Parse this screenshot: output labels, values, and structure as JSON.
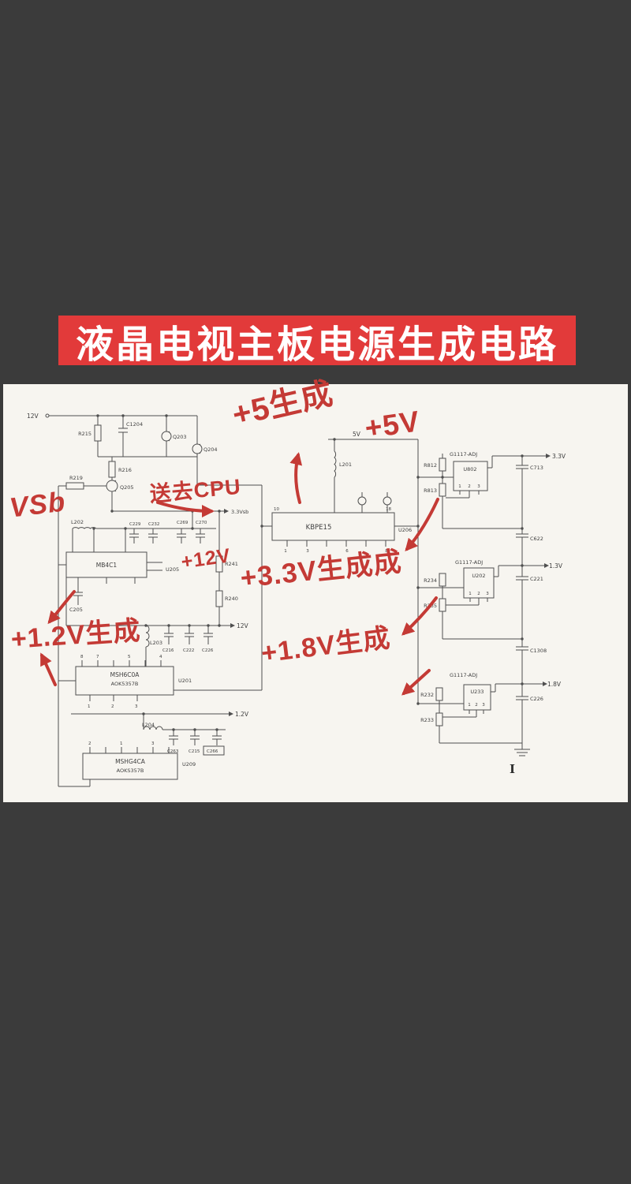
{
  "banner": {
    "title": "液晶电视主板电源生成电路"
  },
  "annotations": {
    "gen5": "+5生成",
    "v5": "+5V",
    "cpu": "送去CPU",
    "vsb": "VSb",
    "v12": "+12V",
    "gen33": "+3.3V生成成",
    "gen12": "+1.2V生成",
    "gen18": "+1.8V生成"
  },
  "schematic": {
    "nets": {
      "v12_in": "12V",
      "sb33": "3.3Vsb",
      "v12_bus": "12V",
      "out12": "1.2V",
      "v5": "5V",
      "out33": "3.3V",
      "out13": "1.3V",
      "out18": "1.8V"
    },
    "parts": {
      "r215": "R215",
      "c1204": "C1204",
      "q203": "Q203",
      "q204": "Q204",
      "r216": "R216",
      "q205": "Q205",
      "r219": "R219",
      "l202": "L202",
      "c229": "C229",
      "c232": "C232",
      "c269": "C269",
      "c270": "C270",
      "u205_name": "MB4C1",
      "u205": "U205",
      "c205": "C205",
      "r241": "R241",
      "r240": "R240",
      "l203": "L203",
      "c216": "C216",
      "c222": "C222",
      "c226a": "C226",
      "u201_line1": "MSH6C0A",
      "u201_line2": "AOK5357B",
      "u201": "U201",
      "l204": "L204",
      "c263": "C263",
      "c215": "C215",
      "c266": "C266",
      "u209_line1": "MSHG4CA",
      "u209_line2": "AOKS357B",
      "u209": "U209",
      "l201": "L201",
      "u206_name": "KBPE15",
      "u206": "U206",
      "g1117": "G1117-ADJ",
      "u802": "U802",
      "r812": "R812",
      "r813": "R813",
      "c713": "C713",
      "c622": "C622",
      "u202": "U202",
      "r234": "R234",
      "r235": "R235",
      "c221": "C221",
      "c1308": "C1308",
      "u233": "U233",
      "r232": "R232",
      "r233": "R233",
      "c226b": "C226",
      "gnd_mark": "I"
    },
    "pin_numbers": {
      "n1": "1",
      "n2": "2",
      "n3": "3",
      "n4": "4",
      "n5": "5",
      "n6": "6",
      "n7": "7",
      "n8": "8",
      "n10": "10",
      "n18": "18"
    }
  },
  "colors": {
    "background": "#3b3b3b",
    "banner_red": "#e23a3a",
    "banner_text": "#ffffff",
    "panel": "#f7f5f0",
    "ink": "#4f4f4f",
    "hand_red": "#c43a35"
  }
}
